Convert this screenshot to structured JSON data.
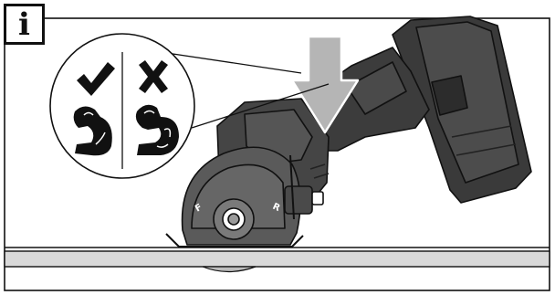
{
  "badge": {
    "letter": "i"
  },
  "callout": {
    "left": {
      "icon": "checkmark-icon",
      "meaning": "correct",
      "arm_icon": "relaxed-arm-icon"
    },
    "right": {
      "icon": "cross-icon",
      "meaning": "incorrect",
      "arm_icon": "flexed-arm-icon"
    }
  },
  "tool": {
    "icon": "circular-saw-icon",
    "direction_marks": [
      "F",
      "R"
    ],
    "force_arrow_icon": "down-arrow-icon"
  },
  "colors": {
    "ink": "#111111",
    "tool_dark": "#3a3a3a",
    "tool_mid": "#5a5a5a",
    "tool_light": "#7a7a7a",
    "workpiece": "#d9d9d9",
    "background": "#ffffff"
  }
}
